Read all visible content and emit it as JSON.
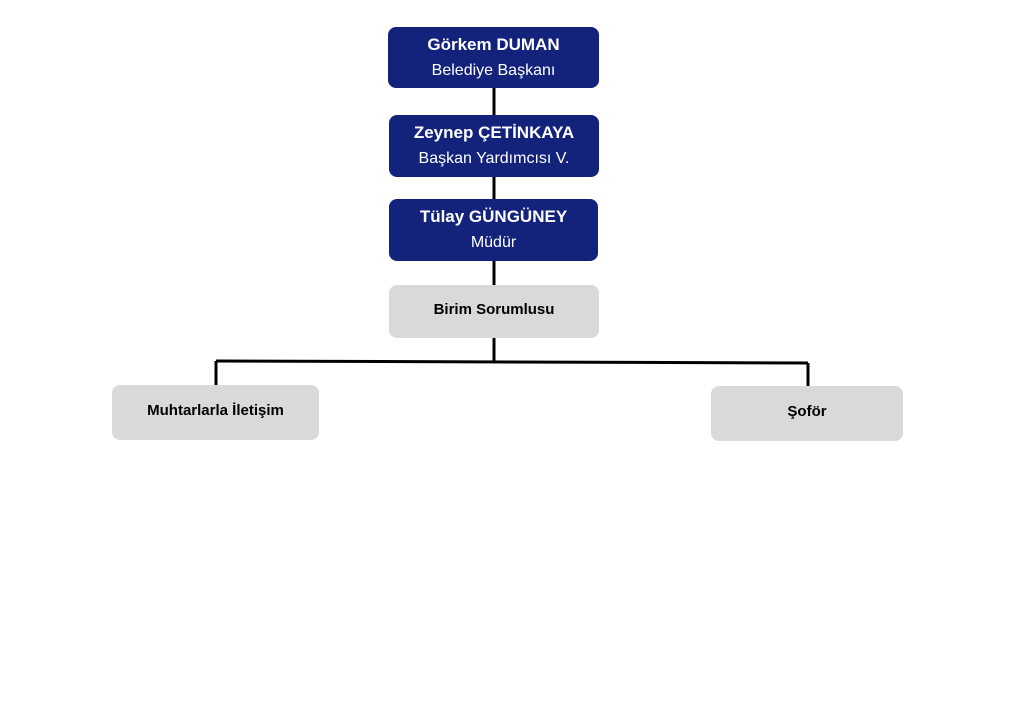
{
  "org_chart": {
    "nodes": {
      "mayor": {
        "name": "Görkem DUMAN",
        "role": "Belediye Başkanı"
      },
      "deputy": {
        "name": "Zeynep ÇETİNKAYA",
        "role": "Başkan Yardımcısı V."
      },
      "director": {
        "name": "Tülay GÜNGÜNEY",
        "role": "Müdür"
      },
      "unit_head": {
        "label": "Birim Sorumlusu"
      },
      "liaison": {
        "label": "Muhtarlarla İletişim"
      },
      "driver": {
        "label": "Şoför"
      }
    },
    "edges": [
      [
        "mayor",
        "deputy"
      ],
      [
        "deputy",
        "director"
      ],
      [
        "director",
        "unit_head"
      ],
      [
        "unit_head",
        "liaison"
      ],
      [
        "unit_head",
        "driver"
      ]
    ]
  },
  "colors": {
    "dark_box": "#13237c",
    "light_box": "#d9d9d9",
    "connector": "#000000",
    "dark_text": "#ffffff",
    "light_text": "#000000"
  }
}
